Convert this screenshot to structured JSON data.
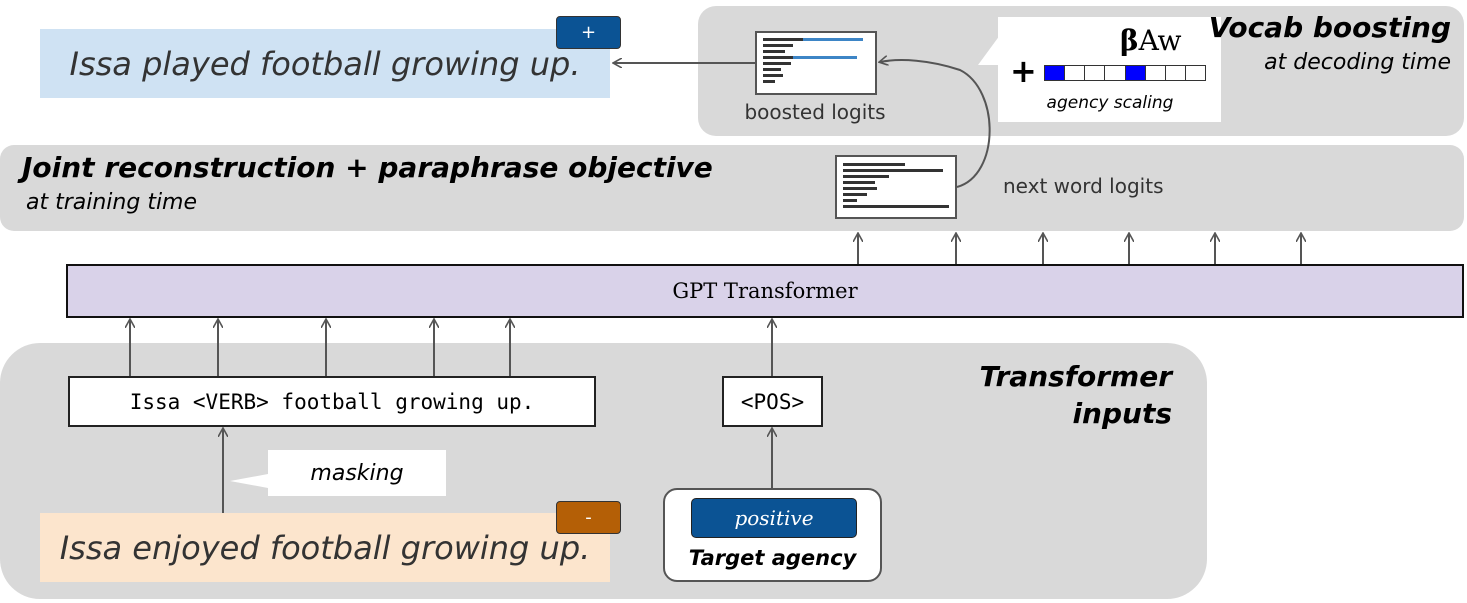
{
  "output_sentence": "Issa played football growing up.",
  "output_badge": "+",
  "boosted_logits_label": "boosted logits",
  "vocab_boosting": {
    "title": "Vocab boosting",
    "subtitle": "at decoding time",
    "formula_beta": "β",
    "formula_rest": "Aw",
    "plus": "+",
    "agency_scaling_label": "agency scaling",
    "agency_vector": [
      1,
      0,
      0,
      0,
      1,
      0,
      0,
      0
    ]
  },
  "training": {
    "title": "Joint reconstruction + paraphrase objective",
    "subtitle": "at training time"
  },
  "next_word_logits_label": "next word logits",
  "transformer_label": "GPT Transformer",
  "masked_input": "Issa <VERB> football growing up.",
  "pos_token": "<POS>",
  "inputs": {
    "title_line1": "Transformer",
    "title_line2": "inputs"
  },
  "masking_label": "masking",
  "input_sentence": "Issa enjoyed football growing up.",
  "input_badge": "-",
  "target_agency": {
    "value": "positive",
    "label": "Target agency"
  },
  "colors": {
    "panel_gray": "#d9d9d9",
    "output_bg": "#cfe2f3",
    "input_bg": "#fce5cd",
    "plus_badge": "#0b5394",
    "minus_badge": "#b45f06",
    "transformer_bg": "#d9d2e9",
    "agency_on": "#0000ff",
    "logit_highlight": "#3d85c6"
  }
}
